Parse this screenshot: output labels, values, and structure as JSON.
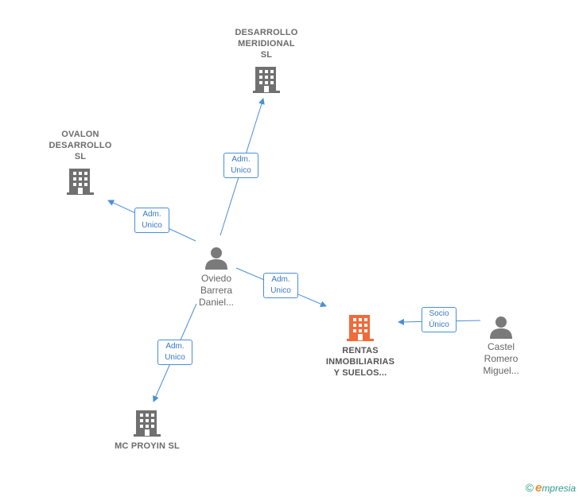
{
  "companies": {
    "desarrollo": {
      "name": "DESARROLLO\nMERIDIONAL\nSL"
    },
    "ovalon": {
      "name": "OVALON\nDESARROLLO\nSL"
    },
    "mc": {
      "name": "MC PROYIN  SL"
    },
    "rentas": {
      "name": "RENTAS\nINMOBILIARIAS\nY SUELOS..."
    }
  },
  "people": {
    "oviedo": {
      "name": "Oviedo\nBarrera\nDaniel..."
    },
    "castel": {
      "name": "Castel\nRomero\nMiguel..."
    }
  },
  "relations": {
    "to_desarrollo": "Adm.\nUnico",
    "to_ovalon": "Adm.\nUnico",
    "to_rentas": "Adm.\nUnico",
    "to_mc": "Adm.\nUnico",
    "castel_rentas": "Socio\nÚnico"
  },
  "colors": {
    "company": "#707070",
    "main_company": "#f26a3a",
    "person": "#7a7a7a",
    "edge": "#4a8fd6"
  },
  "brand": {
    "copyright": "©",
    "e": "e",
    "rest": "mpresia"
  }
}
